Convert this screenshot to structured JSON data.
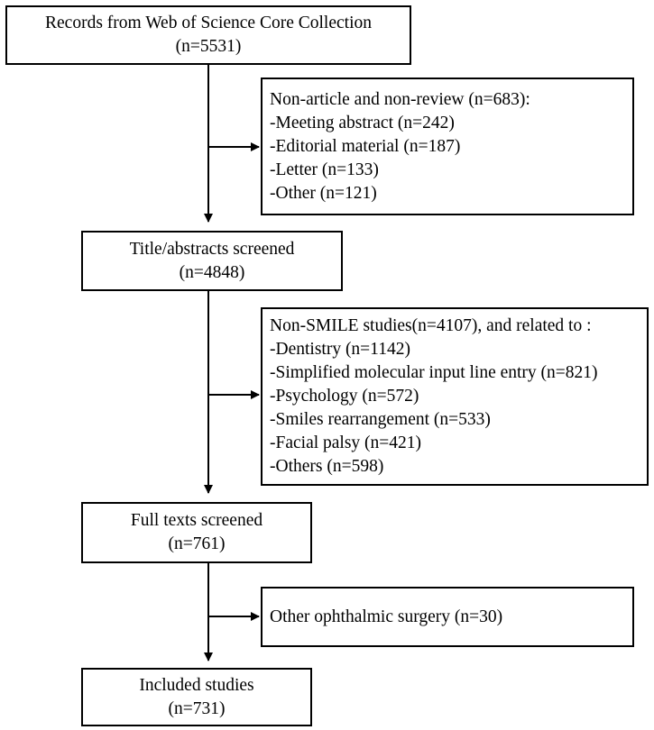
{
  "records": {
    "title": "Records from Web of Science Core Collection",
    "count": "(n=5531)"
  },
  "exclusion1": {
    "header": "Non-article and non-review (n=683):",
    "items": [
      "-Meeting abstract (n=242)",
      "-Editorial material (n=187)",
      "-Letter (n=133)",
      "-Other (n=121)"
    ]
  },
  "screened": {
    "title": "Title/abstracts screened",
    "count": "(n=4848)"
  },
  "exclusion2": {
    "header": "Non-SMILE studies(n=4107), and related to :",
    "items": [
      "-Dentistry (n=1142)",
      "-Simplified molecular input line entry (n=821)",
      "-Psychology (n=572)",
      "-Smiles rearrangement (n=533)",
      "-Facial palsy (n=421)",
      "-Others (n=598)"
    ]
  },
  "fulltext": {
    "title": "Full texts screened",
    "count": "(n=761)"
  },
  "exclusion3": {
    "text": "Other ophthalmic surgery (n=30)"
  },
  "included": {
    "title": "Included studies",
    "count": "(n=731)"
  }
}
